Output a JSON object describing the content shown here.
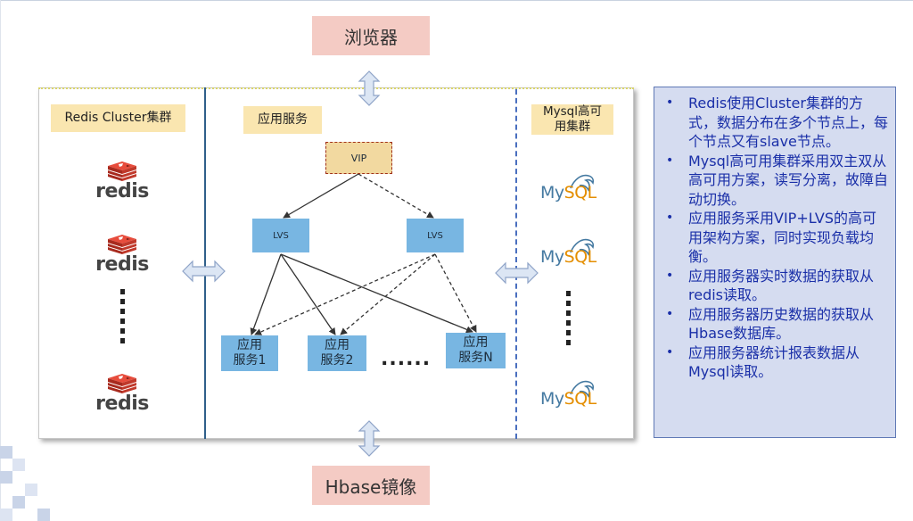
{
  "boxes": {
    "browser": "浏览器",
    "hbase": "Hbase镜像"
  },
  "sections": {
    "redis_cluster": "Redis Cluster集群",
    "app_service": "应用服务",
    "mysql_ha": "Mysql高可\n用集群"
  },
  "redis": {
    "word": "redis"
  },
  "mysql": {
    "my": "My",
    "sql": "SQL"
  },
  "nodes": {
    "vip": "VIP",
    "lvs_1": "LVS",
    "lvs_2": "LVS",
    "svc_1": "应用\n服务1",
    "svc_2": "应用\n服务2",
    "svc_n": "应用\n服务N",
    "svc_ellipsis": "......"
  },
  "info_points": [
    "Redis使用Cluster集群的方式，数据分布在多个节点上，每个节点又有slave节点。",
    "Mysql高可用集群采用双主双从高可用方案，读写分离，故障自动切换。",
    "应用服务采用VIP+LVS的高可用架构方案，同时实现负载均衡。",
    "应用服务器实时数据的获取从redis读取。",
    "应用服务器历史数据的获取从Hbase数据库。",
    "应用服务器统计报表数据从Mysql读取。"
  ],
  "colors": {
    "pink_box": "#f4cbc4",
    "yellow_label": "#fae6b0",
    "node_blue": "#78b6e2",
    "info_bg": "#d5dcf0",
    "info_text": "#1a2fa8",
    "redis_red": "#d82c20",
    "mysql_blue": "#4479a1",
    "mysql_orange": "#e48e00"
  }
}
